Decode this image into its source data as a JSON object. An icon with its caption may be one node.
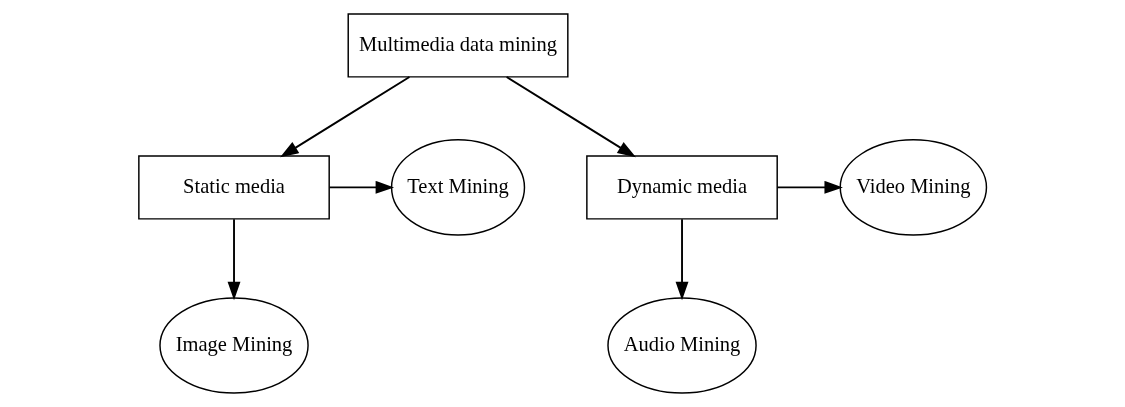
{
  "diagram": {
    "nodes": [
      {
        "text": [
          "Multimedia data mining"
        ]
      },
      {
        "text": [
          "Text Mining"
        ]
      },
      {
        "text": [
          "Static media"
        ]
      },
      {
        "text": [
          "Dynamic media"
        ]
      },
      {
        "text": [
          "Video Mining"
        ]
      },
      {
        "text": [
          "Image Mining"
        ]
      },
      {
        "text": [
          "Audio Mining"
        ]
      }
    ],
    "edges": [
      {
        "from": 0,
        "to": 2,
        "arrow": "to"
      },
      {
        "from": 0,
        "to": 3,
        "arrow": "to"
      },
      {
        "from": 2,
        "to": 1,
        "arrow": "to"
      },
      {
        "from": 2,
        "to": 5,
        "arrow": "to"
      },
      {
        "from": 3,
        "to": 4,
        "arrow": "to"
      },
      {
        "from": 3,
        "to": 6,
        "arrow": "to"
      }
    ]
  }
}
